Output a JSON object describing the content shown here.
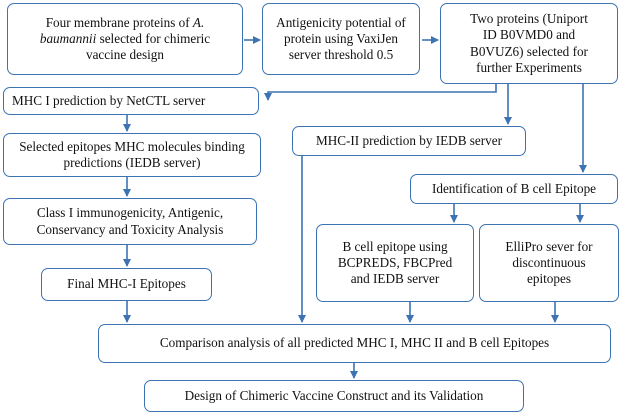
{
  "boxes": {
    "four_proteins": {
      "line1": "Four membrane proteins of ",
      "line1_italic": "A.",
      "line2_italic": "baumannii",
      "line2": " selected for chimeric",
      "line3": "vaccine design"
    },
    "antigenicity": [
      "Antigenicity potential of",
      "protein using VaxiJen",
      "server threshold 0.5"
    ],
    "two_proteins": [
      "Two proteins (Uniport",
      "ID B0VMD0 and",
      "B0VUZ6) selected for",
      "further Experiments"
    ],
    "mhc1_prediction": "MHC I prediction by NetCTL server",
    "mhc2_prediction": "MHC-II prediction by IEDB server",
    "selected_epitopes": [
      "Selected epitopes MHC molecules binding",
      "predictions (IEDB server)"
    ],
    "identification_bcell": "Identification of B cell Epitope",
    "class1_analysis": [
      "Class I immunogenicity, Antigenic,",
      "Conservancy and Toxicity Analysis"
    ],
    "bcell_epitope": [
      "B cell epitope using",
      "BCPREDS, FBCPred",
      "and IEDB server"
    ],
    "ellipro": [
      "ElliPro sever for",
      "discontinuous",
      "epitopes"
    ],
    "final_mhc1": "Final MHC-I Epitopes",
    "comparison": "Comparison analysis of all predicted MHC I, MHC II and B cell Epitopes",
    "design": "Design of Chimeric Vaccine Construct and its Validation"
  },
  "colors": {
    "border": "#3d73b3",
    "arrow": "#3d73b3",
    "text": "#111111",
    "background": "#ffffff"
  }
}
